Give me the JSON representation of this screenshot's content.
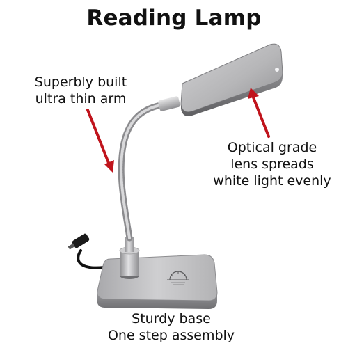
{
  "title": "Reading Lamp",
  "callouts": {
    "arm": [
      "Superbly built",
      "ultra thin arm"
    ],
    "lens": [
      "Optical grade",
      "lens spreads",
      "white light evenly"
    ],
    "base": [
      "Sturdy base",
      "One step assembly"
    ]
  },
  "colors": {
    "arrow": "#c0141c",
    "text": "#111111",
    "lamp_silver": "#b9b9bb",
    "background": "#ffffff"
  },
  "icons": {
    "logo": "sunrise-logo-icon"
  }
}
